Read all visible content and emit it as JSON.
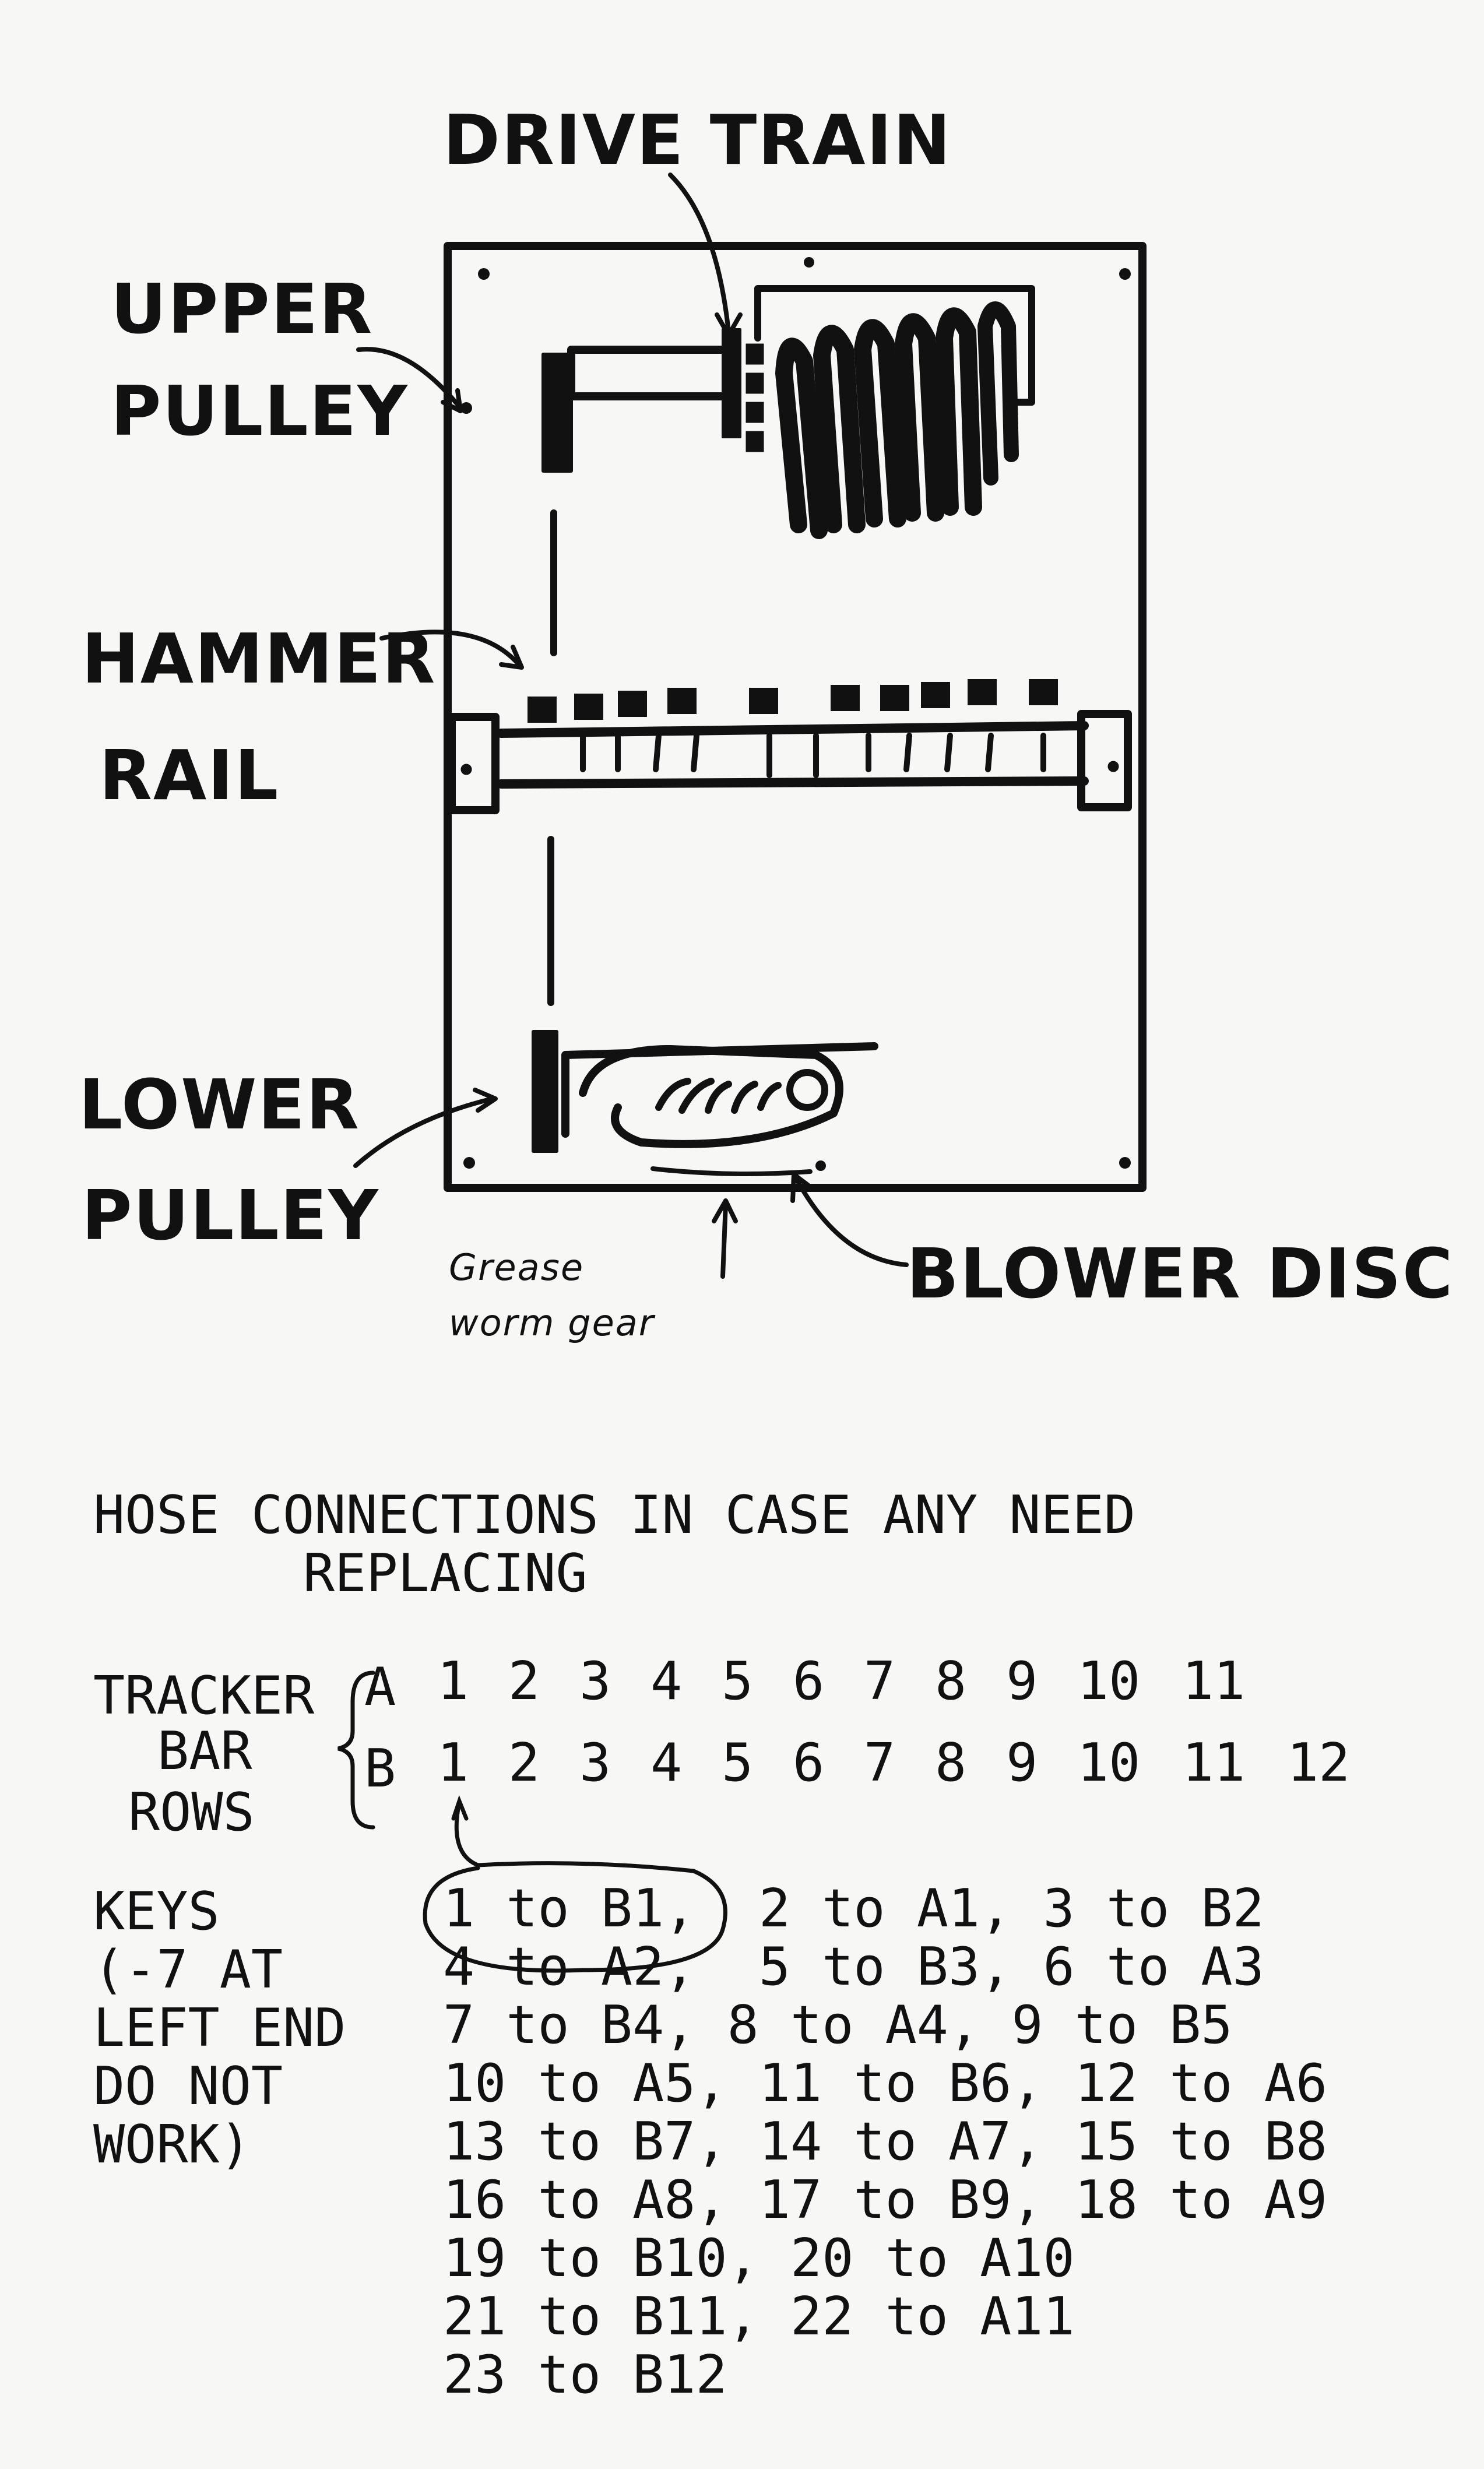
{
  "diagram": {
    "labels": {
      "drive_train": "DRIVE TRAIN",
      "upper_pulley_1": "UPPER",
      "upper_pulley_2": "PULLEY",
      "hammer_rail_1": "HAMMER",
      "hammer_rail_2": "RAIL",
      "lower_pulley_1": "LOWER",
      "lower_pulley_2": "PULLEY",
      "grease_1": "Grease",
      "grease_2": "worm gear",
      "blower_disc": "BLOWER DISC"
    }
  },
  "hose": {
    "title_1": "HOSE CONNECTIONS IN CASE ANY NEED",
    "title_2": "REPLACING"
  },
  "tracker": {
    "label_1": "TRACKER",
    "label_2": "BAR",
    "label_3": "ROWS",
    "row_a_label": "A",
    "row_b_label": "B",
    "row_a": [
      "1",
      "2",
      "3",
      "4",
      "5",
      "6",
      "7",
      "8",
      "9",
      "10",
      "11"
    ],
    "row_b": [
      "1",
      "2",
      "3",
      "4",
      "5",
      "6",
      "7",
      "8",
      "9",
      "10",
      "11",
      "12"
    ]
  },
  "keys": {
    "label": [
      "KEYS",
      "(-7 AT",
      "LEFT END",
      "DO NOT",
      "WORK)"
    ],
    "lines": [
      "1 to B1,  2 to A1, 3 to B2",
      "4 to A2,  5 to B3, 6 to A3",
      "7 to B4, 8 to A4, 9 to B5",
      "10 to A5, 11 to B6, 12 to A6",
      "13 to B7, 14 to A7, 15 to B8",
      "16 to A8, 17 to B9, 18 to A9",
      "19 to B10, 20 to A10",
      "21 to B11, 22 to A11",
      "23 to B12"
    ]
  }
}
